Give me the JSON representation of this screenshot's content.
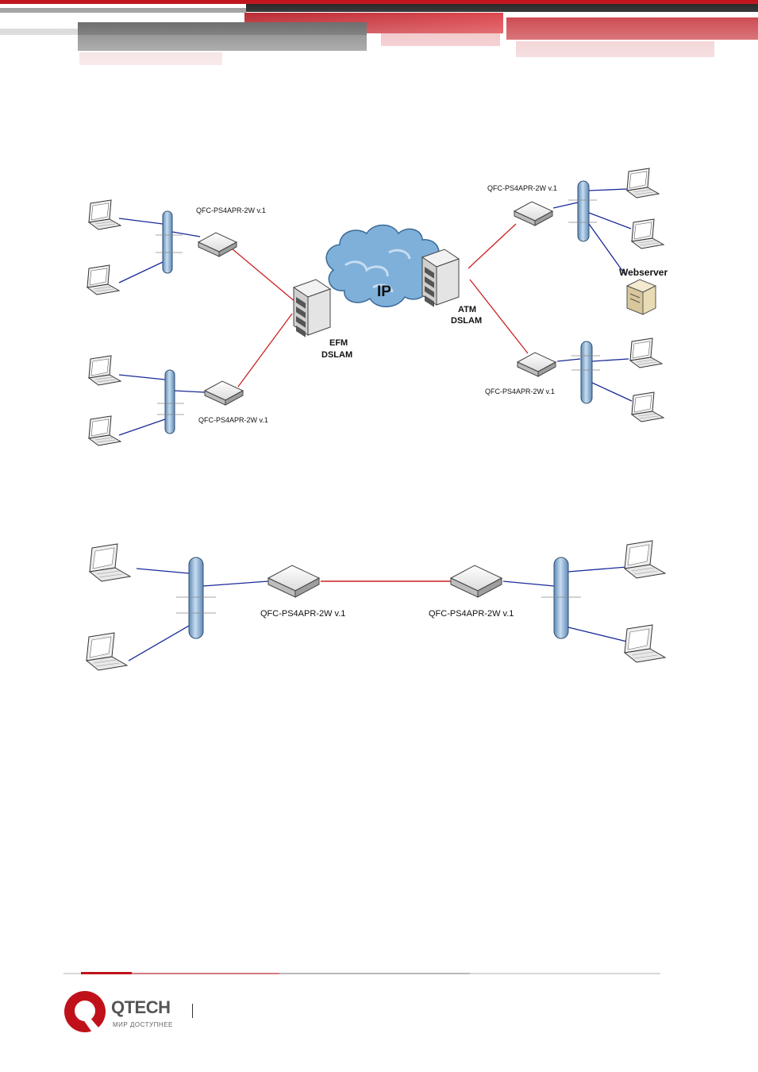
{
  "brand": {
    "name": "QTECH",
    "tagline": "МИР ДОСТУПНЕЕ",
    "accent_color": "#c0111a",
    "grey_color": "#555555"
  },
  "diagram_top": {
    "cloud_label": "IP",
    "efm_dslam_label": [
      "EFM",
      "DSLAM"
    ],
    "atm_dslam_label": [
      "ATM",
      "DSLAM"
    ],
    "webserver_label": "Webserver",
    "modem_labels": [
      "QFC-PS4APR-2W v.1",
      "QFC-PS4APR-2W v.1",
      "QFC-PS4APR-2W v.1",
      "QFC-PS4APR-2W v.1"
    ]
  },
  "diagram_bottom": {
    "modem_labels": [
      "QFC-PS4APR-2W v.1",
      "QFC-PS4APR-2W v.1"
    ]
  },
  "colors": {
    "dsl_line": "#cc2222",
    "lan_line": "#1a2a99",
    "hub": "#7ea6cf",
    "cloud": "#7eb0da"
  }
}
